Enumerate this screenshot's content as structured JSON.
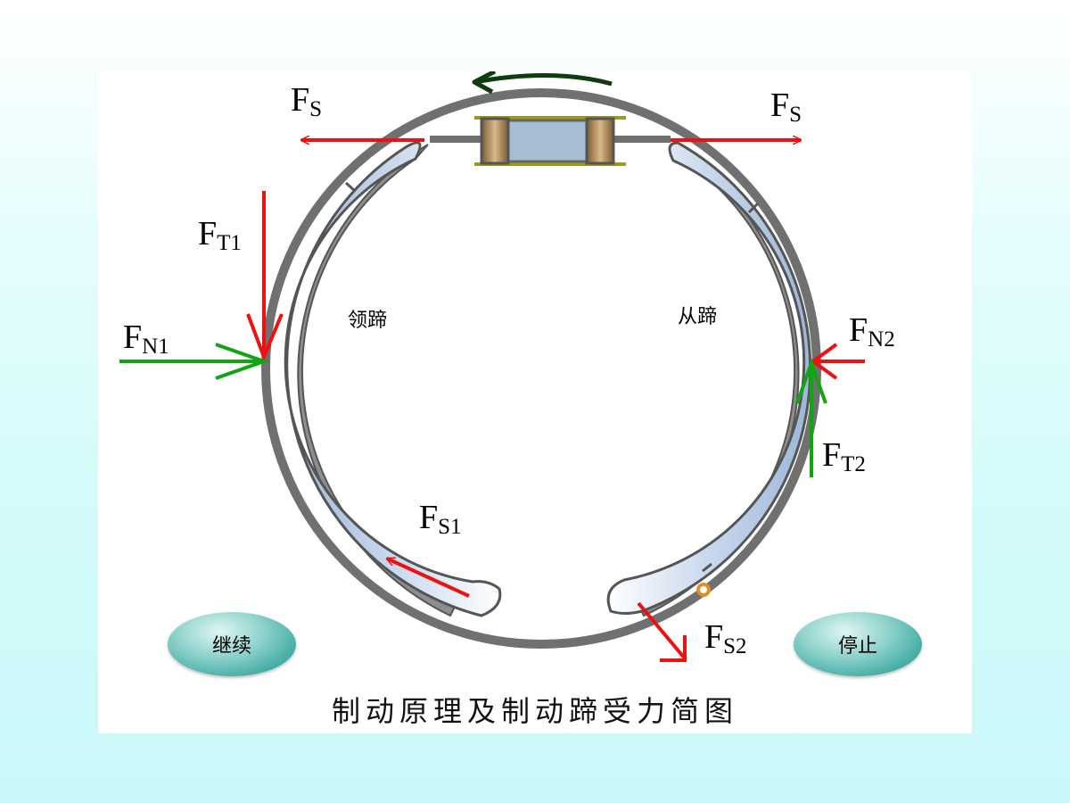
{
  "labels": {
    "fs_left": {
      "main": "F",
      "sub": "S"
    },
    "fs_right": {
      "main": "F",
      "sub": "S"
    },
    "ft1": {
      "main": "F",
      "sub": "T1"
    },
    "fn1": {
      "main": "F",
      "sub": "N1"
    },
    "fn2": {
      "main": "F",
      "sub": "N2"
    },
    "ft2": {
      "main": "F",
      "sub": "T2"
    },
    "fs1": {
      "main": "F",
      "sub": "S1"
    },
    "fs2": {
      "main": "F",
      "sub": "S2"
    }
  },
  "shoes": {
    "leading": "领蹄",
    "trailing": "从蹄"
  },
  "buttons": {
    "continue": "继续",
    "stop": "停止"
  },
  "caption": "制动原理及制动蹄受力简图",
  "colors": {
    "force_red": "#ee1111",
    "force_green": "#11a611",
    "rotation_arrow": "#0f3d0f",
    "drum": "#707070",
    "shoe_fill": "#b3c9e6",
    "button": "#3aa8a0"
  }
}
